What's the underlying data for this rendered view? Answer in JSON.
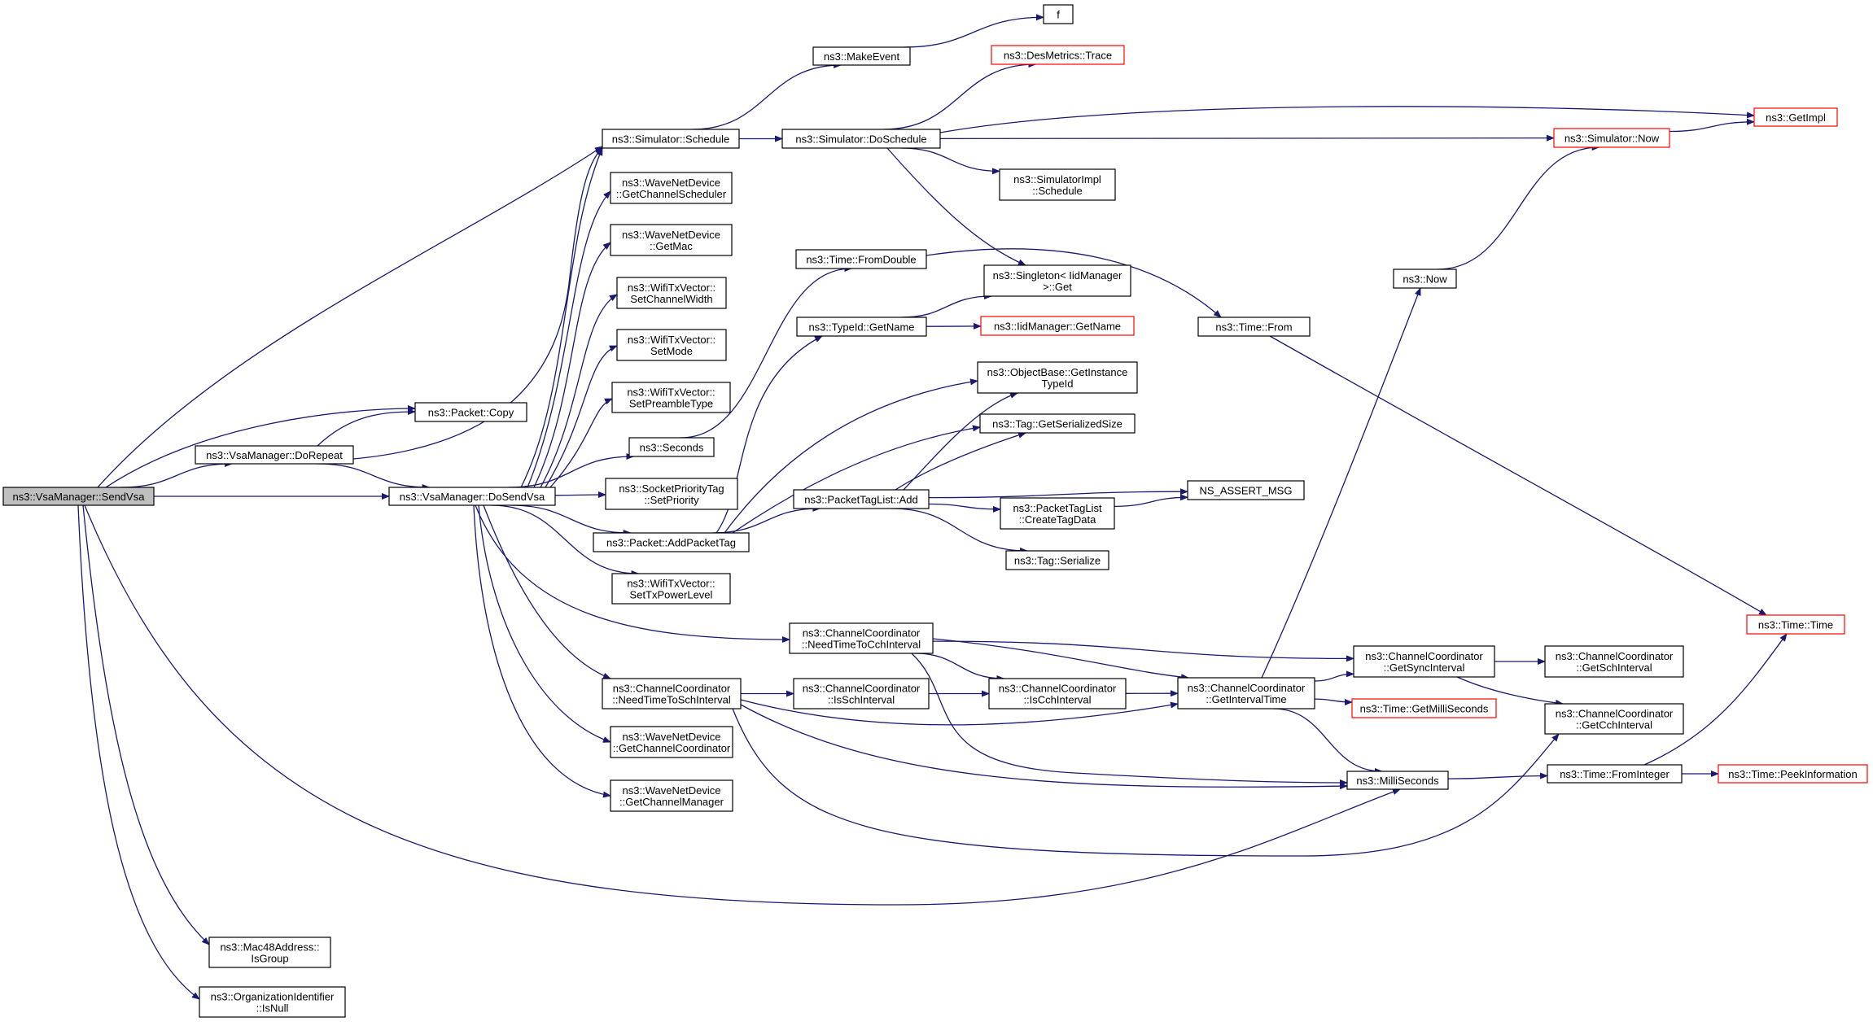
{
  "colors": {
    "edge": "#191970",
    "box_border": "#000000",
    "truncated_border": "#ff0000",
    "root_fill": "#bfbfbf",
    "node_fill": "#ffffff",
    "text": "#000000"
  },
  "nodes": [
    {
      "id": "sendvsa",
      "lines": [
        "ns3::VsaManager::SendVsa"
      ],
      "root": true
    },
    {
      "id": "dorepeat",
      "lines": [
        "ns3::VsaManager::DoRepeat"
      ]
    },
    {
      "id": "dosendvsa",
      "lines": [
        "ns3::VsaManager::DoSendVsa"
      ]
    },
    {
      "id": "packetcopy",
      "lines": [
        "ns3::Packet::Copy"
      ]
    },
    {
      "id": "mac48",
      "lines": [
        "ns3::Mac48Address::",
        "IsGroup"
      ]
    },
    {
      "id": "orgid",
      "lines": [
        "ns3::OrganizationIdentifier",
        "::IsNull"
      ]
    },
    {
      "id": "schedule",
      "lines": [
        "ns3::Simulator::Schedule"
      ]
    },
    {
      "id": "getchsched",
      "lines": [
        "ns3::WaveNetDevice",
        "::GetChannelScheduler"
      ]
    },
    {
      "id": "getmac",
      "lines": [
        "ns3::WaveNetDevice",
        "::GetMac"
      ]
    },
    {
      "id": "setchwidth",
      "lines": [
        "ns3::WifiTxVector::",
        "SetChannelWidth"
      ]
    },
    {
      "id": "setmode",
      "lines": [
        "ns3::WifiTxVector::",
        "SetMode"
      ]
    },
    {
      "id": "setpreamble",
      "lines": [
        "ns3::WifiTxVector::",
        "SetPreambleType"
      ]
    },
    {
      "id": "seconds",
      "lines": [
        "ns3::Seconds"
      ]
    },
    {
      "id": "sockprio",
      "lines": [
        "ns3::SocketPriorityTag",
        "::SetPriority"
      ]
    },
    {
      "id": "addpackettag",
      "lines": [
        "ns3::Packet::AddPacketTag"
      ]
    },
    {
      "id": "settxpower",
      "lines": [
        "ns3::WifiTxVector::",
        "SetTxPowerLevel"
      ]
    },
    {
      "id": "needtosch",
      "lines": [
        "ns3::ChannelCoordinator",
        "::NeedTimeToSchInterval"
      ]
    },
    {
      "id": "getchcoord",
      "lines": [
        "ns3::WaveNetDevice",
        "::GetChannelCoordinator"
      ]
    },
    {
      "id": "getchmgr",
      "lines": [
        "ns3::WaveNetDevice",
        "::GetChannelManager"
      ]
    },
    {
      "id": "makeevent",
      "lines": [
        "ns3::MakeEvent"
      ]
    },
    {
      "id": "f",
      "lines": [
        "f"
      ]
    },
    {
      "id": "doschedule",
      "lines": [
        "ns3::Simulator::DoSchedule"
      ]
    },
    {
      "id": "desmetrics",
      "lines": [
        "ns3::DesMetrics::Trace"
      ],
      "truncated": true
    },
    {
      "id": "getimpl",
      "lines": [
        "ns3::GetImpl"
      ],
      "truncated": true
    },
    {
      "id": "simnow",
      "lines": [
        "ns3::Simulator::Now"
      ],
      "truncated": true
    },
    {
      "id": "simimplsched",
      "lines": [
        "ns3::SimulatorImpl",
        "::Schedule"
      ]
    },
    {
      "id": "fromdouble",
      "lines": [
        "ns3::Time::FromDouble"
      ]
    },
    {
      "id": "singleton",
      "lines": [
        "ns3::Singleton< IidManager",
        " >::Get"
      ]
    },
    {
      "id": "typeidname",
      "lines": [
        "ns3::TypeId::GetName"
      ]
    },
    {
      "id": "iidgetname",
      "lines": [
        "ns3::IidManager::GetName"
      ],
      "truncated": true
    },
    {
      "id": "timefrom",
      "lines": [
        "ns3::Time::From"
      ]
    },
    {
      "id": "now",
      "lines": [
        "ns3::Now"
      ]
    },
    {
      "id": "objbase",
      "lines": [
        "ns3::ObjectBase::GetInstance",
        "TypeId"
      ]
    },
    {
      "id": "tagsersize",
      "lines": [
        "ns3::Tag::GetSerializedSize"
      ]
    },
    {
      "id": "ptladd",
      "lines": [
        "ns3::PacketTagList::Add"
      ]
    },
    {
      "id": "nsassert",
      "lines": [
        "NS_ASSERT_MSG"
      ]
    },
    {
      "id": "createtagdata",
      "lines": [
        "ns3::PacketTagList",
        "::CreateTagData"
      ]
    },
    {
      "id": "tagserialize",
      "lines": [
        "ns3::Tag::Serialize"
      ]
    },
    {
      "id": "needtocch",
      "lines": [
        "ns3::ChannelCoordinator",
        "::NeedTimeToCchInterval"
      ]
    },
    {
      "id": "isschint",
      "lines": [
        "ns3::ChannelCoordinator",
        "::IsSchInterval"
      ]
    },
    {
      "id": "iscchint",
      "lines": [
        "ns3::ChannelCoordinator",
        "::IsCchInterval"
      ]
    },
    {
      "id": "getinttime",
      "lines": [
        "ns3::ChannelCoordinator",
        "::GetIntervalTime"
      ]
    },
    {
      "id": "getsyncint",
      "lines": [
        "ns3::ChannelCoordinator",
        "::GetSyncInterval"
      ]
    },
    {
      "id": "getmilli",
      "lines": [
        "ns3::Time::GetMilliSeconds"
      ],
      "truncated": true
    },
    {
      "id": "getschint",
      "lines": [
        "ns3::ChannelCoordinator",
        "::GetSchInterval"
      ]
    },
    {
      "id": "getcchint",
      "lines": [
        "ns3::ChannelCoordinator",
        "::GetCchInterval"
      ]
    },
    {
      "id": "milliseconds",
      "lines": [
        "ns3::MilliSeconds"
      ]
    },
    {
      "id": "fromint",
      "lines": [
        "ns3::Time::FromInteger"
      ]
    },
    {
      "id": "peekinfo",
      "lines": [
        "ns3::Time::PeekInformation"
      ],
      "truncated": true
    },
    {
      "id": "timetime",
      "lines": [
        "ns3::Time::Time"
      ],
      "truncated": true
    }
  ],
  "edges": [
    [
      "sendvsa",
      "schedule"
    ],
    [
      "sendvsa",
      "packetcopy"
    ],
    [
      "sendvsa",
      "dorepeat"
    ],
    [
      "sendvsa",
      "dosendvsa"
    ],
    [
      "sendvsa",
      "milliseconds"
    ],
    [
      "sendvsa",
      "mac48"
    ],
    [
      "sendvsa",
      "orgid"
    ],
    [
      "dorepeat",
      "packetcopy"
    ],
    [
      "dorepeat",
      "schedule"
    ],
    [
      "dorepeat",
      "dosendvsa"
    ],
    [
      "dosendvsa",
      "schedule"
    ],
    [
      "dosendvsa",
      "getchsched"
    ],
    [
      "dosendvsa",
      "getmac"
    ],
    [
      "dosendvsa",
      "setchwidth"
    ],
    [
      "dosendvsa",
      "setmode"
    ],
    [
      "dosendvsa",
      "setpreamble"
    ],
    [
      "dosendvsa",
      "seconds"
    ],
    [
      "dosendvsa",
      "sockprio"
    ],
    [
      "dosendvsa",
      "addpackettag"
    ],
    [
      "dosendvsa",
      "settxpower"
    ],
    [
      "dosendvsa",
      "needtosch"
    ],
    [
      "dosendvsa",
      "needtocch"
    ],
    [
      "dosendvsa",
      "getchcoord"
    ],
    [
      "dosendvsa",
      "getchmgr"
    ],
    [
      "schedule",
      "makeevent"
    ],
    [
      "schedule",
      "doschedule"
    ],
    [
      "makeevent",
      "f"
    ],
    [
      "doschedule",
      "desmetrics"
    ],
    [
      "doschedule",
      "getimpl"
    ],
    [
      "doschedule",
      "simnow"
    ],
    [
      "doschedule",
      "simimplsched"
    ],
    [
      "doschedule",
      "singleton"
    ],
    [
      "simnow",
      "getimpl"
    ],
    [
      "seconds",
      "fromdouble"
    ],
    [
      "fromdouble",
      "timefrom"
    ],
    [
      "timefrom",
      "timetime"
    ],
    [
      "addpackettag",
      "typeidname"
    ],
    [
      "addpackettag",
      "objbase"
    ],
    [
      "addpackettag",
      "tagsersize"
    ],
    [
      "addpackettag",
      "ptladd"
    ],
    [
      "typeidname",
      "singleton"
    ],
    [
      "typeidname",
      "iidgetname"
    ],
    [
      "ptladd",
      "objbase"
    ],
    [
      "ptladd",
      "tagsersize"
    ],
    [
      "ptladd",
      "nsassert"
    ],
    [
      "ptladd",
      "createtagdata"
    ],
    [
      "ptladd",
      "tagserialize"
    ],
    [
      "createtagdata",
      "nsassert"
    ],
    [
      "needtocch",
      "getsyncint"
    ],
    [
      "needtocch",
      "iscchint"
    ],
    [
      "needtocch",
      "getinttime"
    ],
    [
      "needtocch",
      "milliseconds"
    ],
    [
      "needtosch",
      "isschint"
    ],
    [
      "needtosch",
      "getinttime"
    ],
    [
      "needtosch",
      "milliseconds"
    ],
    [
      "needtosch",
      "getcchint"
    ],
    [
      "isschint",
      "iscchint"
    ],
    [
      "iscchint",
      "getinttime"
    ],
    [
      "getinttime",
      "now"
    ],
    [
      "getinttime",
      "getsyncint"
    ],
    [
      "getinttime",
      "getmilli"
    ],
    [
      "getinttime",
      "milliseconds"
    ],
    [
      "now",
      "simnow"
    ],
    [
      "getsyncint",
      "getschint"
    ],
    [
      "getsyncint",
      "getcchint"
    ],
    [
      "milliseconds",
      "fromint"
    ],
    [
      "fromint",
      "peekinfo"
    ],
    [
      "fromint",
      "timetime"
    ]
  ]
}
